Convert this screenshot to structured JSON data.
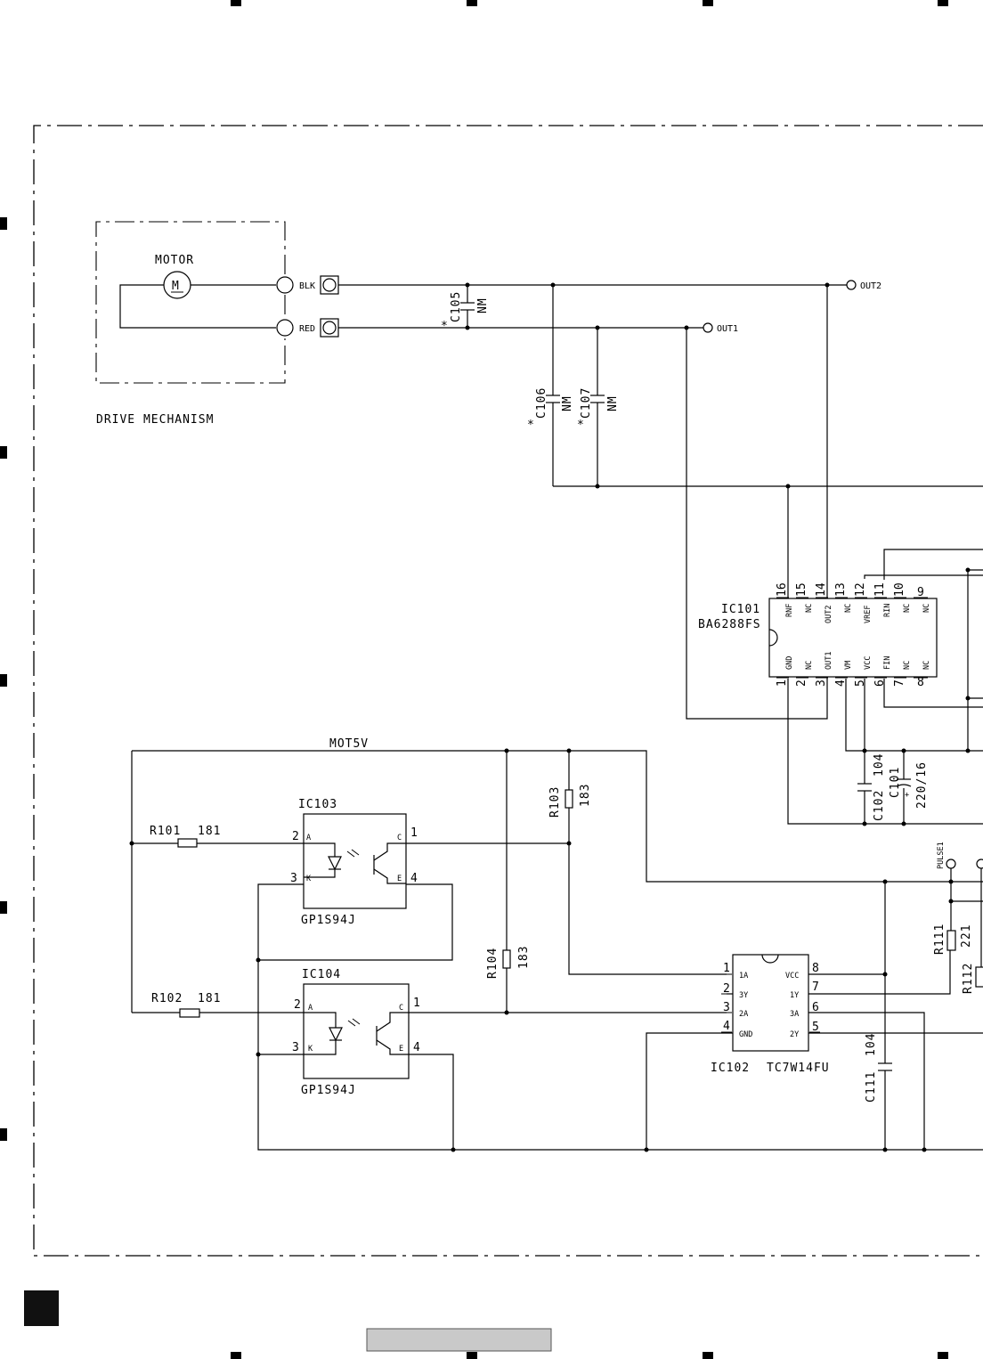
{
  "drive_mechanism": {
    "title": "DRIVE MECHANISM",
    "motor_label": "MOTOR",
    "motor_symbol": "M",
    "connectors": {
      "blk": "BLK",
      "red": "RED"
    }
  },
  "terminals": {
    "out1": "OUT1",
    "out2": "OUT2",
    "pulse1": "PULSE1"
  },
  "nets": {
    "mot5v": "MOT5V"
  },
  "ic101": {
    "ref": "IC101",
    "part": "BA6288FS",
    "top_pins": [
      {
        "num": "16",
        "name": "RNF"
      },
      {
        "num": "15",
        "name": "NC"
      },
      {
        "num": "14",
        "name": "OUT2"
      },
      {
        "num": "13",
        "name": "NC"
      },
      {
        "num": "12",
        "name": "VREF"
      },
      {
        "num": "11",
        "name": "RIN"
      },
      {
        "num": "10",
        "name": "NC"
      },
      {
        "num": "9",
        "name": "NC"
      }
    ],
    "bottom_pins": [
      {
        "num": "1",
        "name": "GND"
      },
      {
        "num": "2",
        "name": "NC"
      },
      {
        "num": "3",
        "name": "OUT1"
      },
      {
        "num": "4",
        "name": "VM"
      },
      {
        "num": "5",
        "name": "VCC"
      },
      {
        "num": "6",
        "name": "FIN"
      },
      {
        "num": "7",
        "name": "NC"
      },
      {
        "num": "8",
        "name": "NC"
      }
    ]
  },
  "ic102": {
    "ref": "IC102",
    "part": "TC7W14FU",
    "left_pins": [
      {
        "num": "1",
        "name": "1A"
      },
      {
        "num": "2",
        "name": "3Y"
      },
      {
        "num": "3",
        "name": "2A"
      },
      {
        "num": "4",
        "name": "GND"
      }
    ],
    "right_pins": [
      {
        "num": "8",
        "name": "VCC"
      },
      {
        "num": "7",
        "name": "1Y"
      },
      {
        "num": "6",
        "name": "3A"
      },
      {
        "num": "5",
        "name": "2Y"
      }
    ]
  },
  "ic103": {
    "ref": "IC103",
    "part": "GP1S94J",
    "pin1": "1",
    "pin2": "2",
    "pin3": "3",
    "pin4": "4",
    "a": "A",
    "k": "K",
    "c": "C",
    "e": "E"
  },
  "ic104": {
    "ref": "IC104",
    "part": "GP1S94J",
    "pin1": "1",
    "pin2": "2",
    "pin3": "3",
    "pin4": "4",
    "a": "A",
    "k": "K",
    "c": "C",
    "e": "E"
  },
  "resistors": {
    "r101": {
      "ref": "R101",
      "value": "181"
    },
    "r102": {
      "ref": "R102",
      "value": "181"
    },
    "r103": {
      "ref": "R103",
      "value": "183"
    },
    "r104": {
      "ref": "R104",
      "value": "183"
    },
    "r111": {
      "ref": "R111",
      "value": "221"
    },
    "r112": {
      "ref": "R112",
      "value": ""
    }
  },
  "capacitors": {
    "c101": {
      "ref": "C101",
      "value": "220/16"
    },
    "c102": {
      "ref": "C102",
      "value": "104"
    },
    "c105": {
      "ref": "C105",
      "value": "NM",
      "mark": "*"
    },
    "c106": {
      "ref": "C106",
      "value": "NM",
      "mark": "*"
    },
    "c107": {
      "ref": "C107",
      "value": "NM",
      "mark": "*"
    },
    "c111": {
      "ref": "C111",
      "value": "104"
    }
  }
}
